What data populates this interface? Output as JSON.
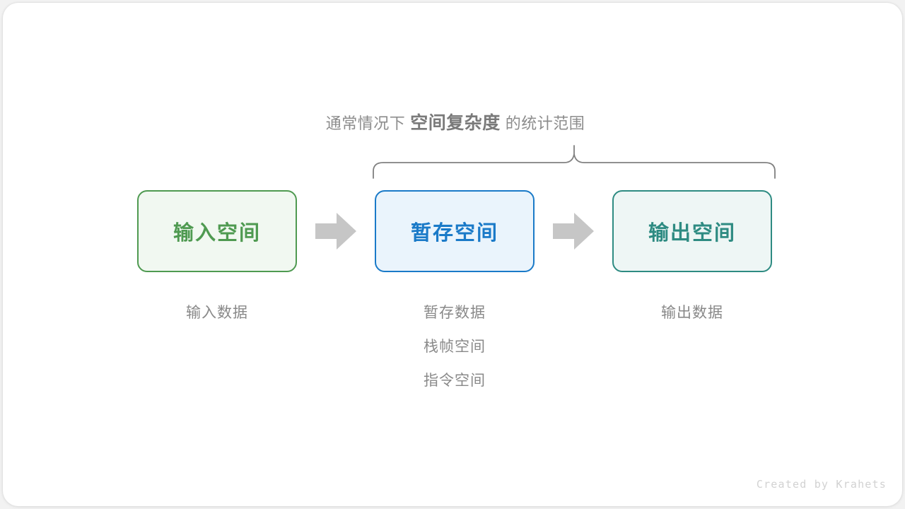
{
  "diagram": {
    "caption": {
      "prefix": "通常情况下",
      "emphasis": "空间复杂度",
      "suffix": "的统计范围"
    },
    "brace": {
      "icon": "curly-brace-up-icon",
      "color": "#808080",
      "span_start_node": "暂存空间",
      "span_end_node": "输出空间"
    },
    "nodes": [
      {
        "id": "input",
        "label": "输入空间",
        "border_color": "#4f9a51",
        "fill_color": "#f1f8f1",
        "text_color": "#4f9a51",
        "sublabels": [
          "输入数据"
        ]
      },
      {
        "id": "temp",
        "label": "暂存空间",
        "border_color": "#1a7ac8",
        "fill_color": "#eaf4fc",
        "text_color": "#1a7ac8",
        "sublabels": [
          "暂存数据",
          "栈帧空间",
          "指令空间"
        ]
      },
      {
        "id": "output",
        "label": "输出空间",
        "border_color": "#2e8b82",
        "fill_color": "#eef6f5",
        "text_color": "#2e8b82",
        "sublabels": [
          "输出数据"
        ]
      }
    ],
    "arrows": [
      {
        "id": "arrow-1",
        "icon": "arrow-right-icon",
        "color": "#c6c6c6",
        "from": "输入空间",
        "to": "暂存空间"
      },
      {
        "id": "arrow-2",
        "icon": "arrow-right-icon",
        "color": "#c6c6c6",
        "from": "暂存空间",
        "to": "输出空间"
      }
    ],
    "credit": "Created by Krahets",
    "background_color": "#ffffff",
    "page_color": "#f2f2f2"
  }
}
